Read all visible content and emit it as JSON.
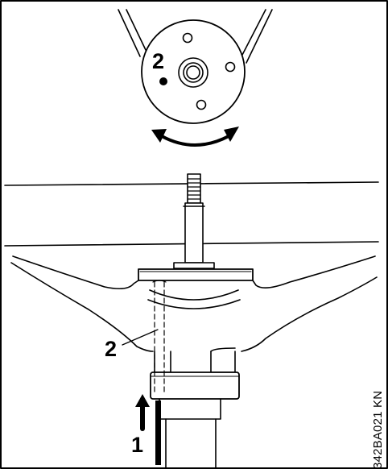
{
  "figure": {
    "callouts": {
      "top_view": "2",
      "lower_hole": "2",
      "push_arrow": "1"
    },
    "reference_code": "342BA021 KN"
  },
  "colors": {
    "ink": "#000000",
    "paper": "#ffffff"
  }
}
